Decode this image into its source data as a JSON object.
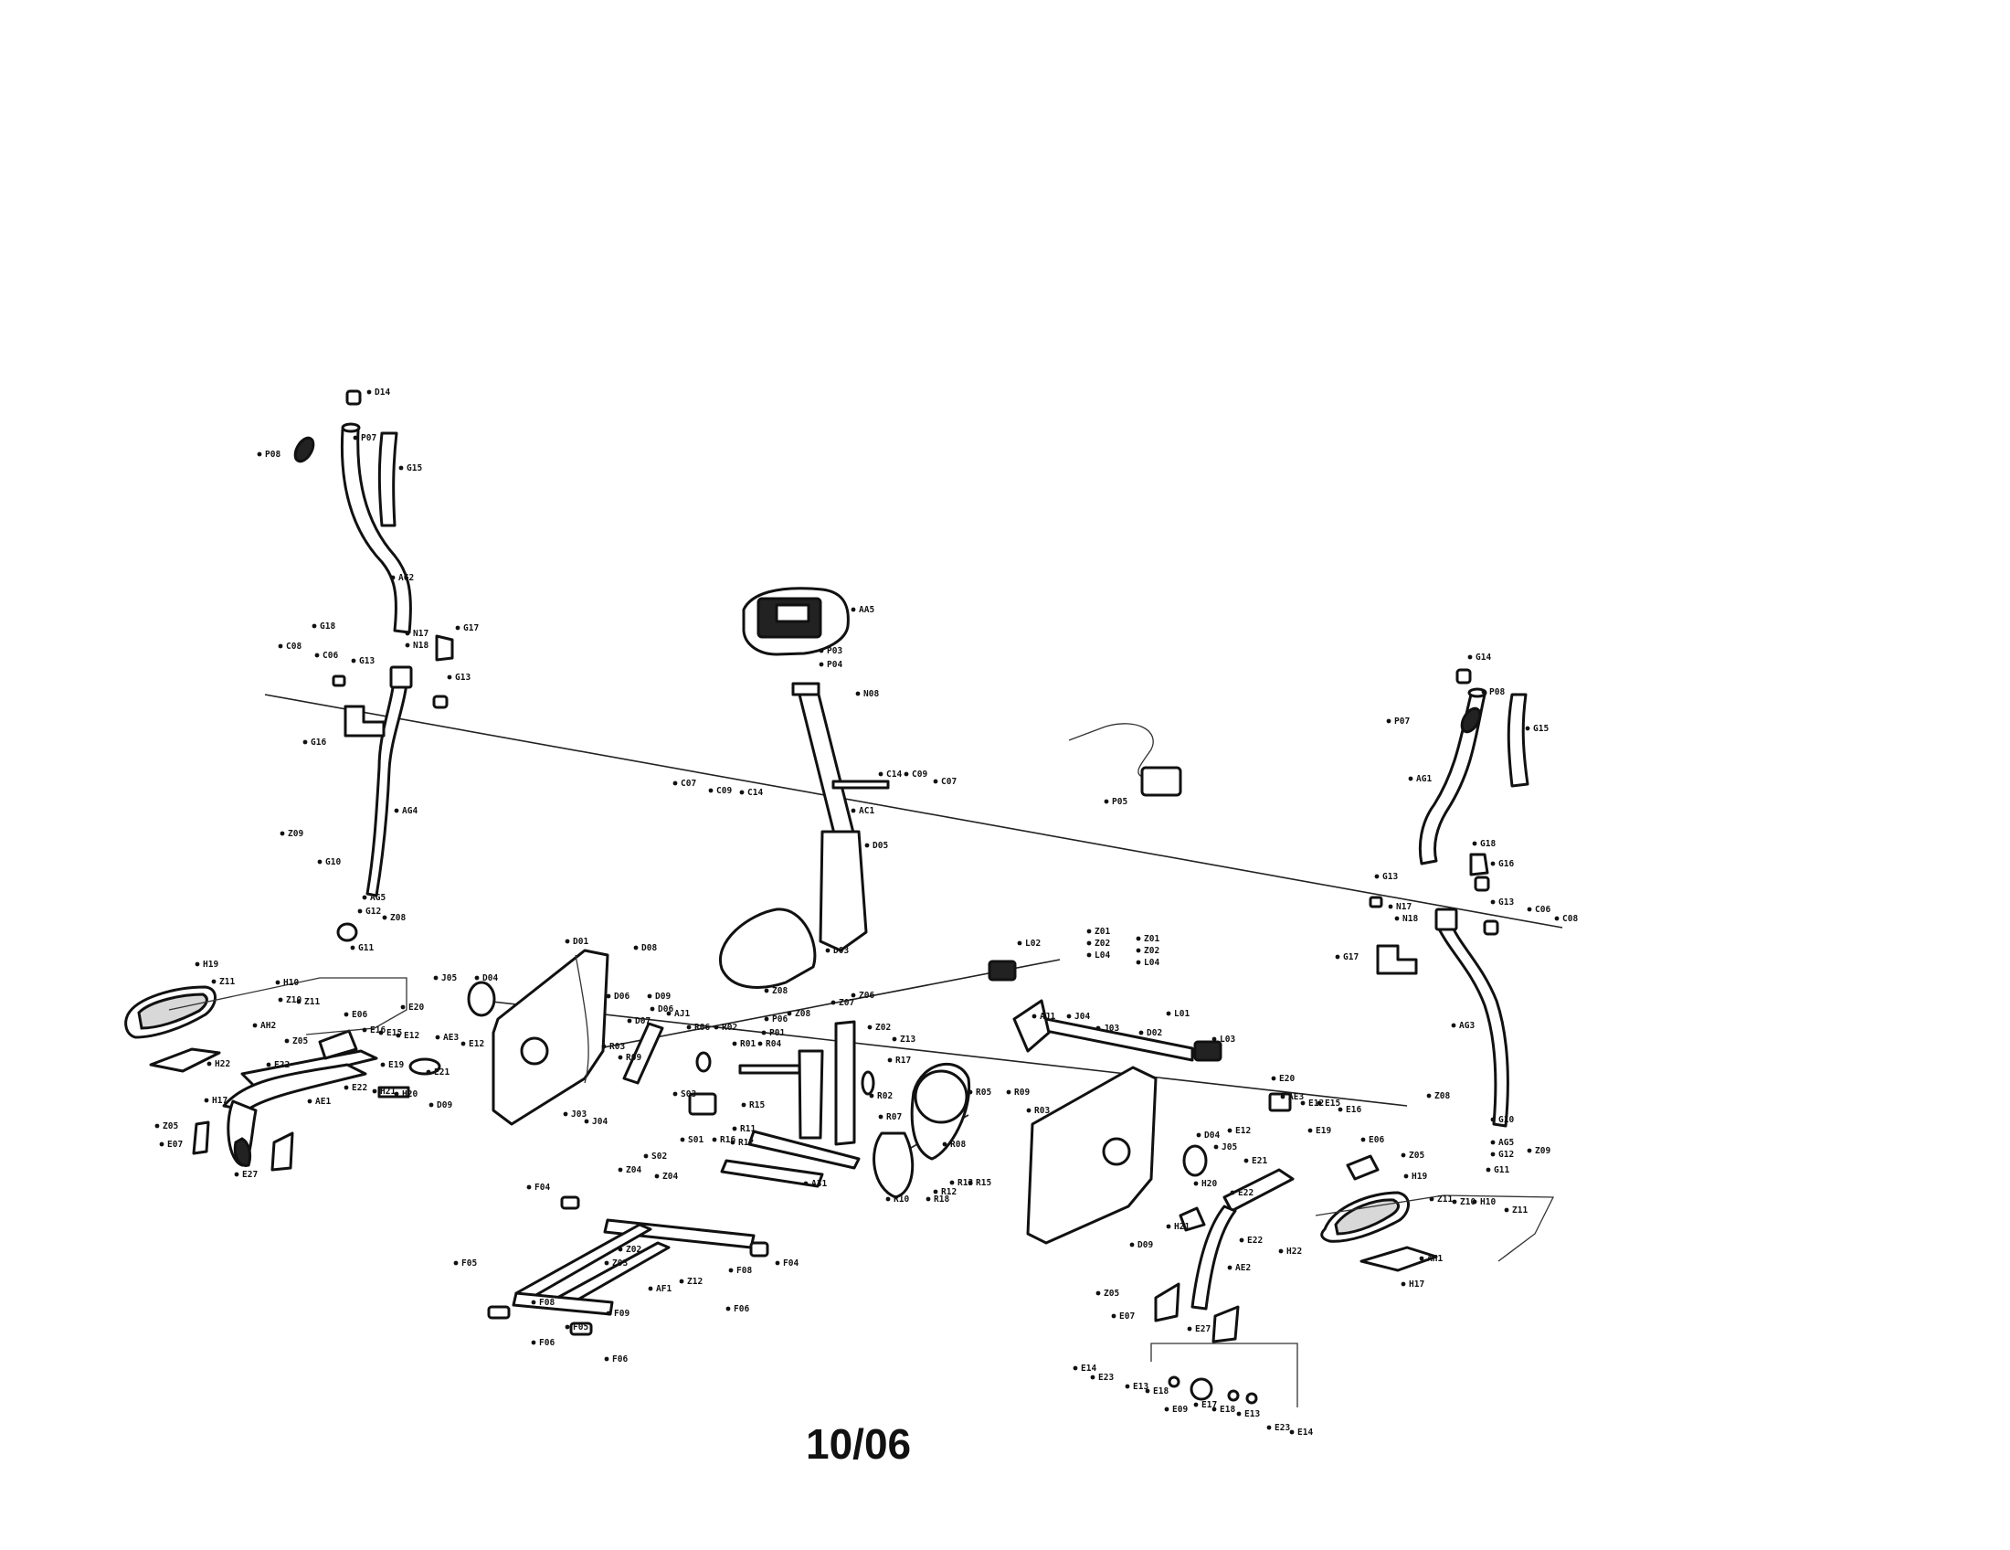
{
  "diagram": {
    "labels": {
      "d14": "D14",
      "p08": "P08",
      "p07": "P07",
      "g15": "G15",
      "ag2": "AG2",
      "g18": "G18",
      "n17": "N17",
      "n18": "N18",
      "g17": "G17",
      "c08": "C08",
      "c06": "C06",
      "g13": "G13",
      "g13b": "G13",
      "g16": "G16",
      "ag4": "AG4",
      "z09": "Z09",
      "g10": "G10",
      "ag5": "AG5",
      "g12": "G12",
      "g11": "G11",
      "z08": "Z08",
      "aa5": "AA5",
      "p03": "P03",
      "p04": "P04",
      "n08": "N08",
      "c07": "C07",
      "c09": "C09",
      "c14": "C14",
      "c14b": "C14",
      "c09b": "C09",
      "c07b": "C07",
      "ac1": "AC1",
      "d05": "D05",
      "d03": "D03",
      "p05": "P05",
      "g14r": "G14",
      "p07r": "P07",
      "p08r": "P08",
      "g15r": "G15",
      "ag1": "AG1",
      "g18r": "G18",
      "g16r": "G16",
      "g13r": "G13",
      "n17r": "N17",
      "n18r": "N18",
      "g13r2": "G13",
      "c06r": "C06",
      "c08r": "C08",
      "g17r": "G17",
      "ag3": "AG3",
      "z08r": "Z08",
      "g10r": "G10",
      "ag5r": "AG5",
      "g12r": "G12",
      "g11r": "G11",
      "z09r": "Z09",
      "l02": "L02",
      "z01": "Z01",
      "z02a": "Z02",
      "l04a": "L04",
      "z01b": "Z01",
      "z02b": "Z02",
      "l04b": "L04",
      "l01": "L01",
      "l03": "L03",
      "h19": "H19",
      "z11": "Z11",
      "h10": "H10",
      "z10": "Z10",
      "z11b": "Z11",
      "ah2": "AH2",
      "e06": "E06",
      "z05a": "Z05",
      "e16": "E16",
      "e15": "E15",
      "e12": "E12",
      "e20": "E20",
      "ae3": "AE3",
      "e12b": "E12",
      "h22": "H22",
      "e22": "E22",
      "e19": "E19",
      "e21": "E21",
      "e22b": "E22",
      "h21": "H21",
      "h20": "H20",
      "h17": "H17",
      "ae1": "AE1",
      "z05": "Z05",
      "e07": "E07",
      "e27": "E27",
      "j05": "J05",
      "d04": "D04",
      "d09": "D09",
      "d01": "D01",
      "d08": "D08",
      "d06": "D06",
      "d09b": "D09",
      "d06b": "D06",
      "d07": "D07",
      "aj1": "AJ1",
      "r03": "R03",
      "r09": "R09",
      "j03": "J03",
      "j04": "J04",
      "r06": "R06",
      "r02": "R02",
      "r01": "R01",
      "r04": "R04",
      "z08m": "Z08",
      "p06": "P06",
      "p01": "P01",
      "z08m2": "Z08",
      "z07": "Z07",
      "z06": "Z06",
      "z02m": "Z02",
      "z13": "Z13",
      "r17": "R17",
      "r02b": "R02",
      "r07": "R07",
      "s03": "S03",
      "r15": "R15",
      "r11": "R11",
      "r16": "R16",
      "r12": "R12",
      "s01": "S01",
      "s02": "S02",
      "a31": "A31",
      "r08": "R08",
      "r10": "R10",
      "r18": "R18",
      "r12b": "R12",
      "r13": "R13",
      "r15b": "R15",
      "r05": "R05",
      "r09b": "R09",
      "r03b": "R03",
      "aj1b": "AJ1",
      "j04b": "J04",
      "j03b": "J03",
      "d02": "D02",
      "d04b": "D04",
      "j05b": "J05",
      "d09r": "D09",
      "h20r": "H20",
      "h21r": "H21",
      "e22r": "E22",
      "e20r": "E20",
      "ae3r": "AE3",
      "e12r": "E12",
      "e15r": "E15",
      "e16r": "E16",
      "e12r2": "E12",
      "e21r": "E21",
      "e19r": "E19",
      "e06r": "E06",
      "z05r": "Z05",
      "h19r": "H19",
      "z11r": "Z11",
      "z10r": "Z10",
      "h10r": "H10",
      "z11r2": "Z11",
      "e22r2": "E22",
      "h22r": "H22",
      "ah1": "AH1",
      "h17r": "H17",
      "ae2": "AE2",
      "z05r2": "Z05",
      "e07r": "E07",
      "e27r": "E27",
      "e14": "E14",
      "e23": "E23",
      "e13": "E13",
      "e18": "E18",
      "e09": "E09",
      "e17": "E17",
      "e18b": "E18",
      "e13b": "E13",
      "e23b": "E23",
      "e14b": "E14",
      "f04": "F04",
      "z04": "Z04",
      "z04b": "Z04",
      "z03": "Z03",
      "z02f": "Z02",
      "f04b": "F04",
      "f05": "F05",
      "af1": "AF1",
      "z12": "Z12",
      "f08": "F08",
      "f08b": "F08",
      "f05b": "F05",
      "f09": "F09",
      "f06": "F06",
      "f06b": "F06",
      "f06c": "F06"
    }
  },
  "footer": {
    "date_code": "10/06"
  }
}
